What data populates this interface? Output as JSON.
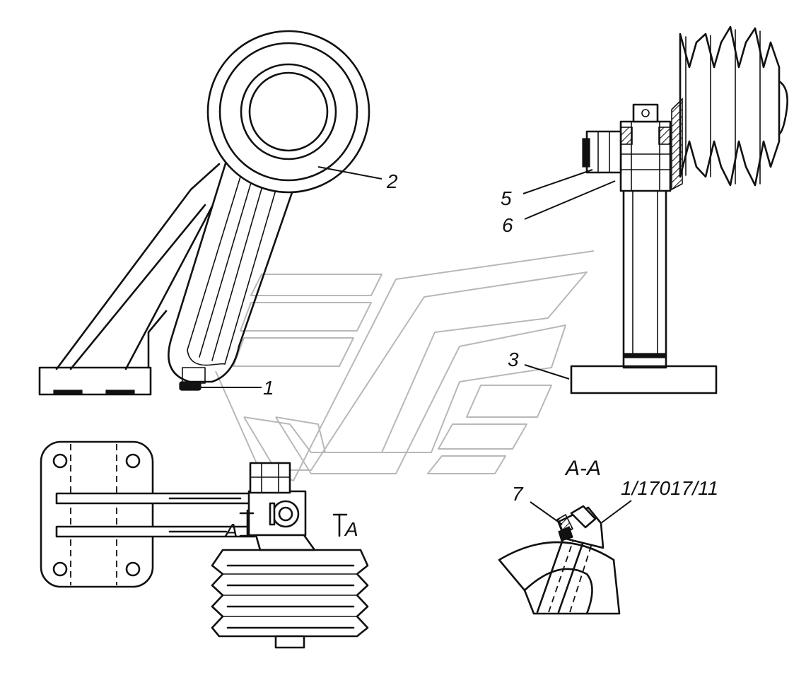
{
  "callouts": {
    "c1": "1",
    "c2": "2",
    "c3": "3",
    "c5": "5",
    "c6": "6",
    "c7": "7"
  },
  "section": {
    "title": "A-A",
    "marker_left": "A",
    "marker_right": "A"
  },
  "catalog_code": "1/17017/11",
  "colors": {
    "ink": "#111111",
    "watermark": "#b8b8b8",
    "background": "#ffffff"
  }
}
